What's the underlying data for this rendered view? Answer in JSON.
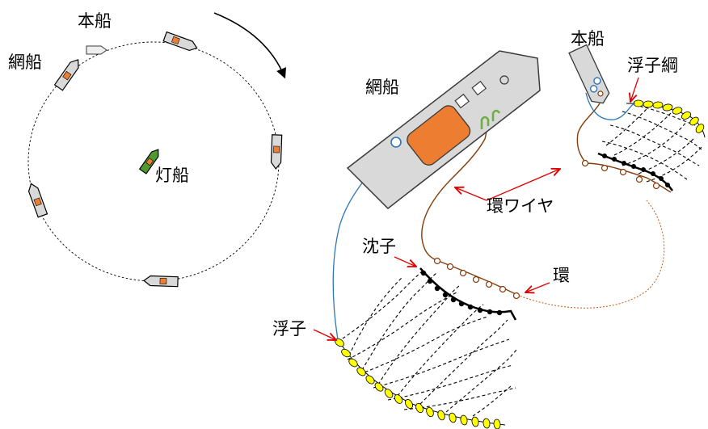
{
  "left_diagram": {
    "labels": {
      "main_ship": "本船",
      "net_boat": "網船",
      "light_boat": "灯船"
    }
  },
  "right_diagram": {
    "labels": {
      "net_boat": "網船",
      "main_ship": "本船",
      "float_rope": "浮子綱",
      "ring_wire": "環ワイヤ",
      "sinker": "沈子",
      "ring": "環",
      "float": "浮子"
    }
  },
  "colors": {
    "hull_fill": "#d9d9d9",
    "hull_stroke": "#3a3a3a",
    "orange_deck": "#ed7d31",
    "light_boat_green": "#4e9a2e",
    "float_yellow": "#ffff00",
    "float_line_blue": "#2e75b6",
    "ring_wire_brown": "#843c0c",
    "arrow_red": "#e00000",
    "hook_green": "#70ad47"
  }
}
